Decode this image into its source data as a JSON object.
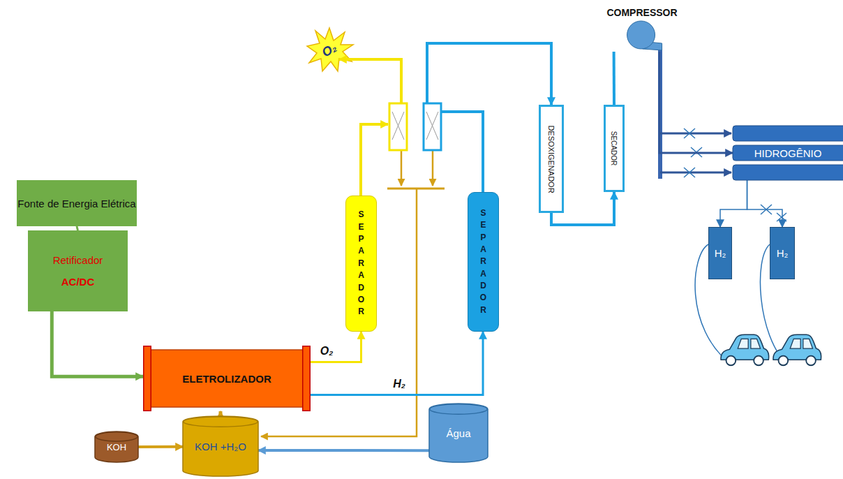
{
  "diagram": {
    "nodes": [
      {
        "text": [
          "Fonte de Energia Elétrica"
        ]
      },
      {
        "text": [
          "Retificador",
          "AC/DC"
        ]
      },
      {
        "text": [
          "ELETROLIZADOR"
        ]
      },
      {
        "text": [
          "SEPARADOR"
        ]
      },
      {
        "text": [
          "SEPARADOR"
        ]
      },
      {
        "text": [
          "DESOXIGENADOR"
        ]
      },
      {
        "text": [
          "SECADOR"
        ]
      },
      {
        "text": [
          "COMPRESSOR"
        ]
      },
      {
        "text": [
          "HIDROGÊNIO"
        ]
      },
      {
        "text": [
          "KOH"
        ]
      },
      {
        "text": [
          "KOH +H₂O"
        ]
      },
      {
        "text": [
          "Água"
        ]
      },
      {
        "text": [
          "H₂"
        ]
      },
      {
        "text": [
          "H₂"
        ]
      }
    ],
    "edges": [
      {
        "from": 0,
        "to": 1,
        "arrow": "none"
      },
      {
        "from": 1,
        "to": 2,
        "arrow": "to"
      },
      {
        "from": 10,
        "to": 2,
        "arrow": "to"
      },
      {
        "from": 2,
        "to": 3,
        "label": "O₂",
        "arrow": "to"
      },
      {
        "from": 2,
        "to": 4,
        "label": "H₂",
        "arrow": "to"
      },
      {
        "from": 9,
        "to": 10,
        "arrow": "to"
      },
      {
        "from": 11,
        "to": 10,
        "arrow": "to"
      },
      {
        "from": 4,
        "to": 5,
        "arrow": "to"
      },
      {
        "from": 5,
        "to": 6,
        "arrow": "to"
      },
      {
        "from": 6,
        "to": 7,
        "arrow": "none"
      },
      {
        "from": 7,
        "to": 8,
        "arrow": "to"
      },
      {
        "from": 8,
        "to": 12,
        "arrow": "to"
      },
      {
        "from": 8,
        "to": 13,
        "arrow": "to"
      }
    ],
    "labels": [
      "O₂"
    ]
  }
}
